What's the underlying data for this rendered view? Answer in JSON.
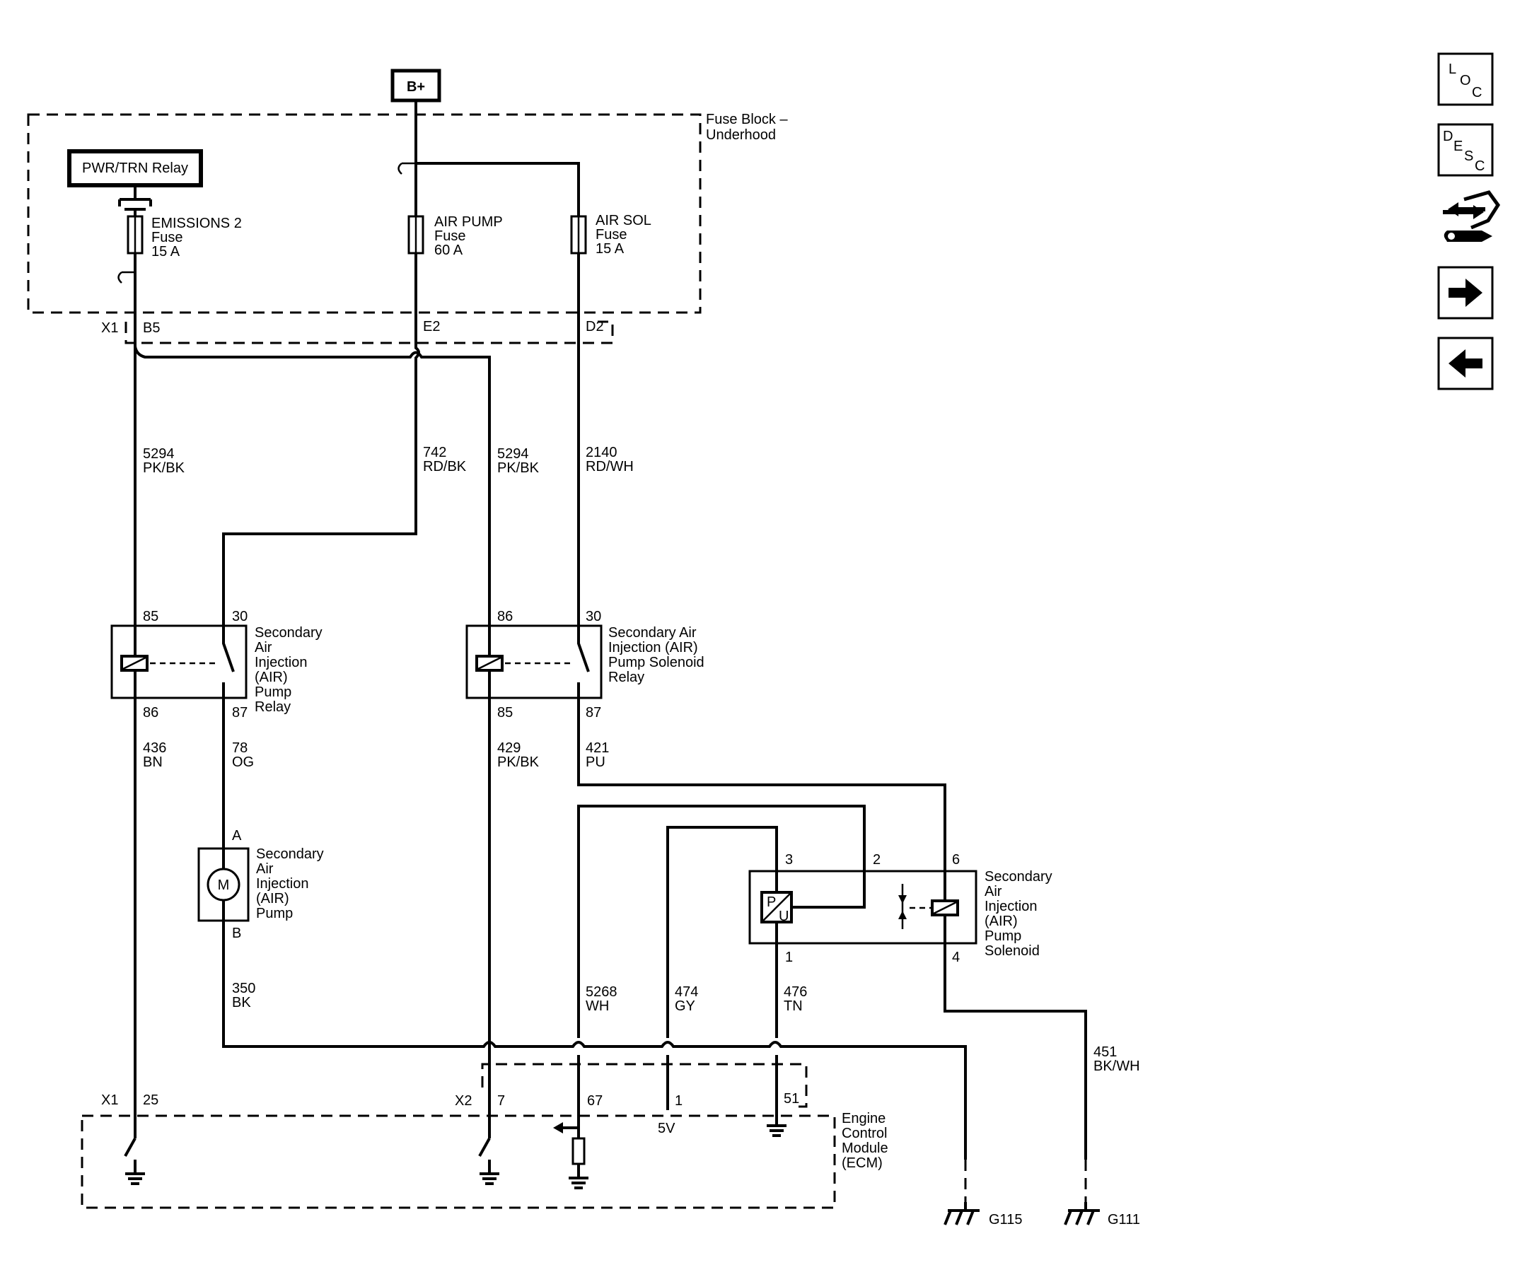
{
  "power": {
    "label": "B+"
  },
  "fuse_block": {
    "label_line1": "Fuse Block –",
    "label_line2": "Underhood"
  },
  "relay_label": "PWR/TRN Relay",
  "fuses": [
    {
      "name": "EMISSIONS 2",
      "type": "Fuse",
      "rating": "15 A"
    },
    {
      "name": "AIR PUMP",
      "type": "Fuse",
      "rating": "60 A"
    },
    {
      "name": "AIR SOL",
      "type": "Fuse",
      "rating": "15 A"
    }
  ],
  "connectors": {
    "x1": "X1",
    "b5": "B5",
    "e2": "E2",
    "d2": "D2",
    "x1_lower": "X1",
    "pin25": "25",
    "x2": "X2",
    "pin7": "7",
    "pin67": "67",
    "pin1": "1",
    "pin51": "51"
  },
  "wires": {
    "w5294a": {
      "circuit": "5294",
      "color": "PK/BK"
    },
    "w742": {
      "circuit": "742",
      "color": "RD/BK"
    },
    "w5294b": {
      "circuit": "5294",
      "color": "PK/BK"
    },
    "w2140": {
      "circuit": "2140",
      "color": "RD/WH"
    },
    "w436": {
      "circuit": "436",
      "color": "BN"
    },
    "w78": {
      "circuit": "78",
      "color": "OG"
    },
    "w429": {
      "circuit": "429",
      "color": "PK/BK"
    },
    "w421": {
      "circuit": "421",
      "color": "PU"
    },
    "w350": {
      "circuit": "350",
      "color": "BK"
    },
    "w5268": {
      "circuit": "5268",
      "color": "WH"
    },
    "w474": {
      "circuit": "474",
      "color": "GY"
    },
    "w476": {
      "circuit": "476",
      "color": "TN"
    },
    "w451": {
      "circuit": "451",
      "color": "BK/WH"
    }
  },
  "pump_relay": {
    "pin85": "85",
    "pin30": "30",
    "pin86": "86",
    "pin87": "87",
    "label_lines": [
      "Secondary",
      "Air",
      "Injection",
      "(AIR)",
      "Pump",
      "Relay"
    ]
  },
  "solenoid_relay": {
    "pin86": "86",
    "pin30": "30",
    "pin85": "85",
    "pin87": "87",
    "label_lines": [
      "Secondary Air",
      "Injection (AIR)",
      "Pump Solenoid",
      "Relay"
    ]
  },
  "pump": {
    "pinA": "A",
    "pinB": "B",
    "symbol": "M",
    "label_lines": [
      "Secondary",
      "Air",
      "Injection",
      "(AIR)",
      "Pump"
    ]
  },
  "solenoid": {
    "pin3": "3",
    "pin2": "2",
    "pin6": "6",
    "pin1": "1",
    "pin4": "4",
    "sensor_p": "P",
    "sensor_u": "U",
    "label_lines": [
      "Secondary",
      "Air",
      "Injection",
      "(AIR)",
      "Pump",
      "Solenoid"
    ]
  },
  "ecm": {
    "label_lines": [
      "Engine",
      "Control",
      "Module",
      "(ECM)"
    ],
    "ref_voltage": "5V"
  },
  "grounds": {
    "g115": "G115",
    "g111": "G111"
  },
  "nav": {
    "loc": {
      "l": "L",
      "o": "O",
      "c": "C"
    },
    "desc": {
      "d": "D",
      "e": "E",
      "s": "S",
      "c": "C"
    }
  }
}
